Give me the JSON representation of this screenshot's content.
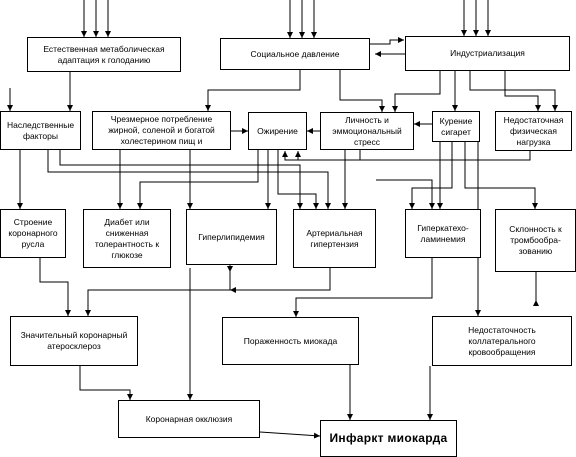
{
  "nodes": {
    "metabolic": "Естественная метаболическая адаптация к голоданию",
    "social": "Социальное давление",
    "industrial": "Индустриализация",
    "heredity": "Наследственные факторы",
    "diet": "Чрезмерное потребление жирной, соленой и богатой холестерином пищ и",
    "obesity": "Ожирение",
    "personality": "Личность и эммоциональный стресс",
    "smoking": "Курение сигарет",
    "inactivity": "Недостаточная физическая нагрузка",
    "structure": "Строение коронарного русла",
    "diabetes": "Диабет или сниженная толерантность к глюкозе",
    "hyperlipidemia": "Гиперлипидемия",
    "hypertension": "Артериальная гипертензия",
    "catecholamine": "Гиперкатехо-ламинемия",
    "thrombosis": "Склонность к тромбообра-зованию",
    "sclerosis": "Значительный коронарный атеросклероз",
    "myocardium": "Пораженность миокада",
    "collateral": "Недостаточность коллатерального кровообращения",
    "occlusion": "Коронарная окклюзия",
    "infarction": "Инфаркт миокарда"
  }
}
